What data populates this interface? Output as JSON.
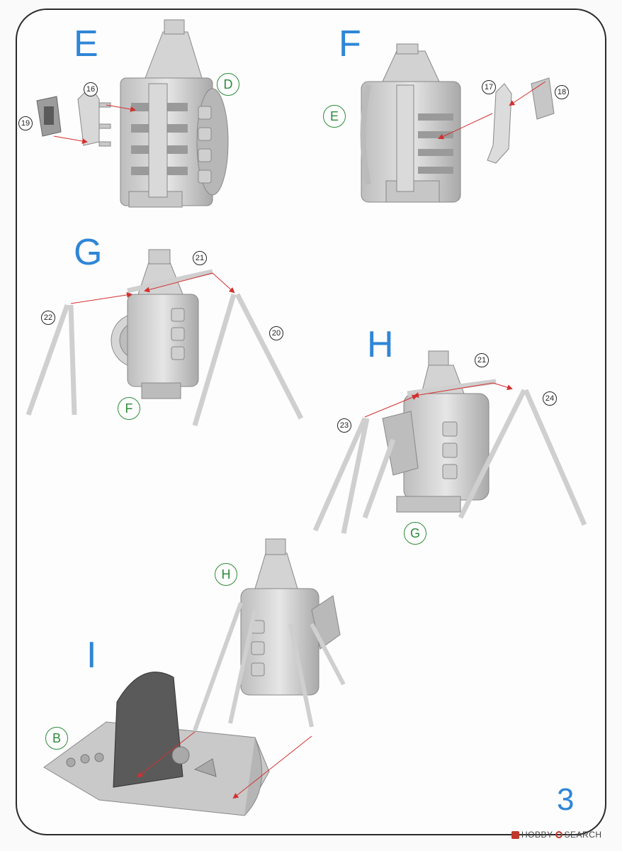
{
  "steps": {
    "E": {
      "letter": "E",
      "ref": "D",
      "parts": [
        "16",
        "19"
      ]
    },
    "F": {
      "letter": "F",
      "ref": "E",
      "parts": [
        "17",
        "18"
      ]
    },
    "G": {
      "letter": "G",
      "ref": "F",
      "parts": [
        "21",
        "22",
        "20"
      ]
    },
    "H": {
      "letter": "H",
      "ref": "G",
      "parts": [
        "21",
        "24",
        "23"
      ]
    },
    "I": {
      "letter": "I",
      "ref_h": "H",
      "ref_b": "B"
    }
  },
  "page_number": "3",
  "watermark": {
    "brand_a": "HOBBY",
    "brand_b": "SEARCH"
  },
  "colors": {
    "step_letter": "#2f86d6",
    "ref_circle": "#2e8b3a",
    "arrow": "#d32f2f",
    "part": "#d8d8d8"
  }
}
